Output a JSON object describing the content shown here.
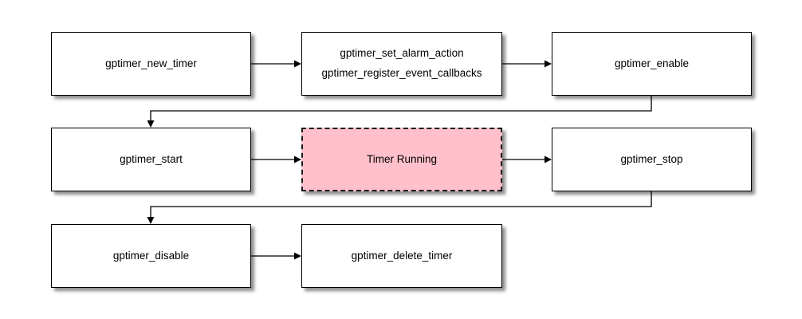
{
  "colors": {
    "highlight-fill": "#ffc0cb",
    "node-border": "#000000",
    "node-fill": "#ffffff",
    "edge": "#000000"
  },
  "nodes": {
    "new_timer": {
      "label": "gptimer_new_timer"
    },
    "setup": {
      "lines": [
        "gptimer_set_alarm_action",
        "gptimer_register_event_callbacks"
      ]
    },
    "enable": {
      "label": "gptimer_enable"
    },
    "start": {
      "label": "gptimer_start"
    },
    "timer_running": {
      "label": "Timer Running"
    },
    "stop": {
      "label": "gptimer_stop"
    },
    "disable": {
      "label": "gptimer_disable"
    },
    "delete_timer": {
      "label": "gptimer_delete_timer"
    }
  }
}
